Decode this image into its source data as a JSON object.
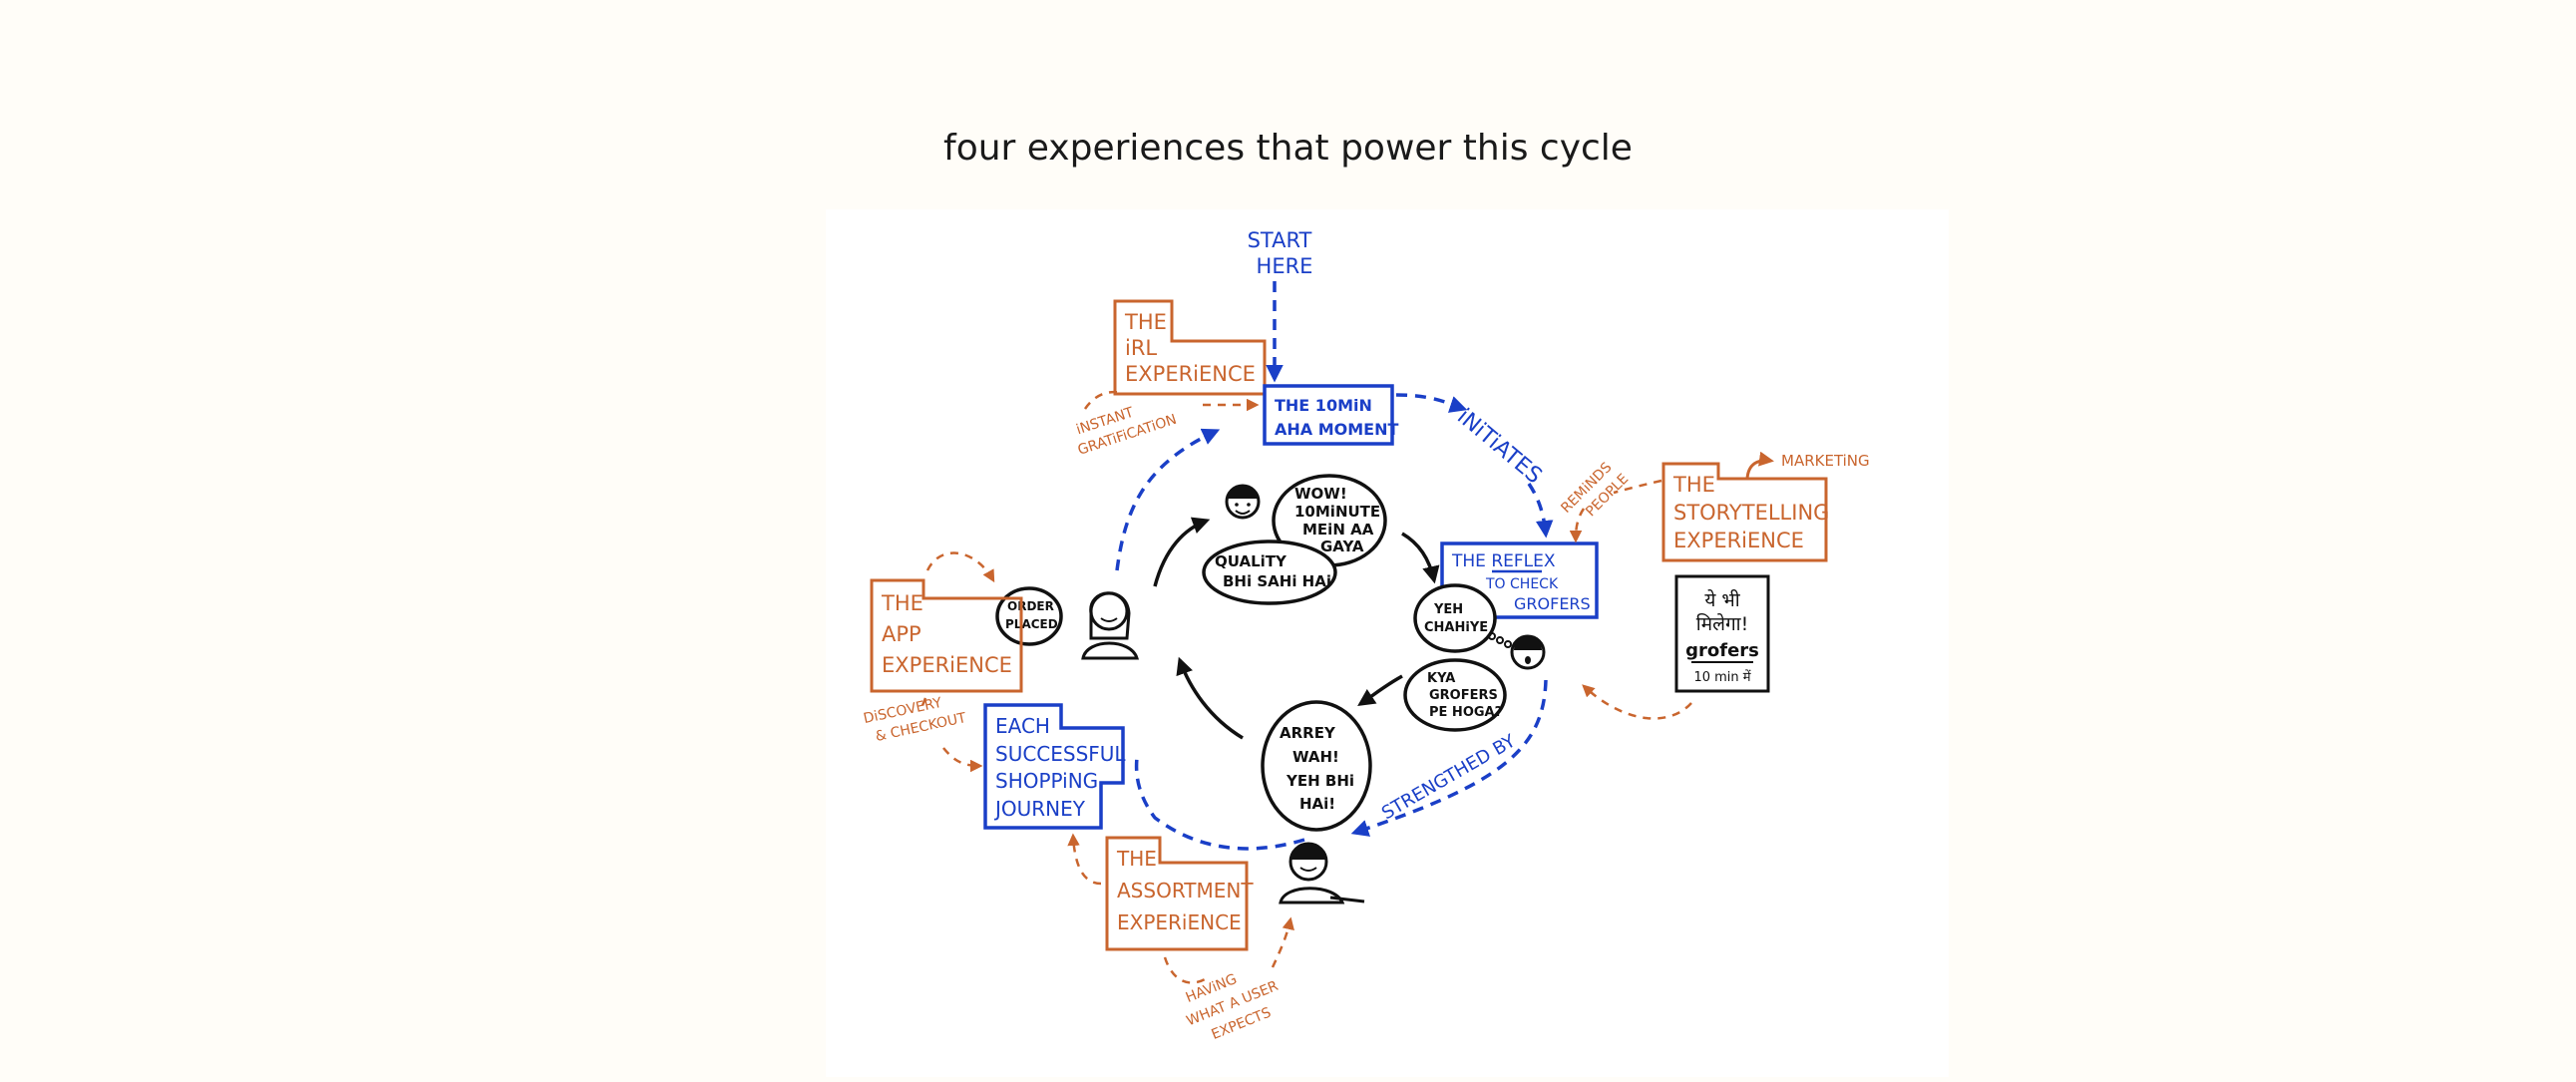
{
  "page": {
    "title": "four experiences that power this cycle"
  },
  "diagram": {
    "start": [
      "START",
      "HERE"
    ],
    "experiences": {
      "irl": [
        "THE",
        "iRL",
        "EXPERiENCE"
      ],
      "app": [
        "THE",
        "APP",
        "EXPERiENCE"
      ],
      "assortment": [
        "THE",
        "ASSORTMENT",
        "EXPERiENCE"
      ],
      "storytelling": [
        "THE",
        "STORYTELLING",
        "EXPERiENCE"
      ]
    },
    "stages": {
      "aha": [
        "THE 10MiN",
        "AHA MOMENT"
      ],
      "reflex": [
        "THE REFLEX",
        "TO CHECK",
        "GROFERS"
      ],
      "journey": [
        "EACH",
        "SUCCESSFUL",
        "SHOPPiNG",
        "JOURNEY"
      ]
    },
    "connectors": {
      "initiates": "iNiTiATES",
      "strengthened": "STRENGTHED BY",
      "instant": [
        "iNSTANT",
        "GRATiFiCATiON"
      ],
      "reminds": [
        "REMiNDS",
        "PEOPLE"
      ],
      "marketing": "MARKETiNG",
      "discovery": [
        "DiSCOVERY",
        "& CHECKOUT"
      ],
      "having": [
        "HAViNG",
        "WHAT A USER",
        "EXPECTS"
      ]
    },
    "bubbles": {
      "wow": [
        "WOW!",
        "10MiNUTE",
        "MEiN AA",
        "GAYA"
      ],
      "quality": [
        "QUALiTY",
        "BHi SAHi HAi"
      ],
      "order": [
        "ORDER",
        "PLACED"
      ],
      "yeh": [
        "YEH",
        "CHAHiYE"
      ],
      "kya": [
        "KYA",
        "GROFERS",
        "PE HOGA?"
      ],
      "arrey": [
        "ARREY",
        "WAH!",
        "YEH BHi",
        "HAi!"
      ]
    },
    "poster": {
      "hindi1": "ये भी",
      "hindi2": "मिलेगा!",
      "brand": "grofers",
      "tag": "10 min में"
    }
  }
}
